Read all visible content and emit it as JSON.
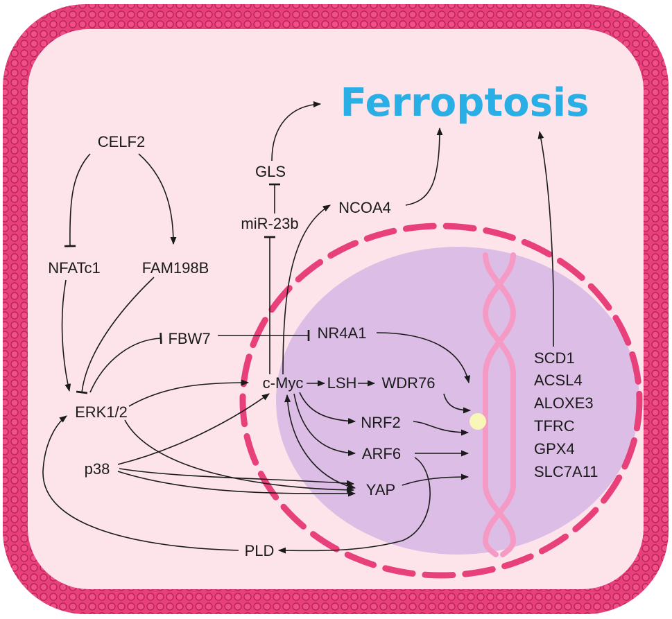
{
  "title": "Ferroptosis",
  "nodes": {
    "celf2": "CELF2",
    "nfatc1": "NFATc1",
    "fam198b": "FAM198B",
    "erk12": "ERK1/2",
    "fbw7": "FBW7",
    "p38": "p38",
    "pld": "PLD",
    "gls": "GLS",
    "mir23b": "miR-23b",
    "ncoa4": "NCOA4",
    "nr4a1": "NR4A1",
    "cmyc": "c-Myc",
    "lsh": "LSH",
    "wdr76": "WDR76",
    "nrf2": "NRF2",
    "arf6": "ARF6",
    "yap": "YAP"
  },
  "target_genes": [
    "SCD1",
    "ACSL4",
    "ALOXE3",
    "TFRC",
    "GPX4",
    "SLC7A11"
  ],
  "colors": {
    "membrane": "#e8407a",
    "cytoplasm": "#fce4ea",
    "nucleus": "#dcbde6",
    "nuclear_envelope": "#e8407a",
    "chromosome": "#f59ac4",
    "title": "#29aee6",
    "highlight": "#f8f6b8"
  }
}
